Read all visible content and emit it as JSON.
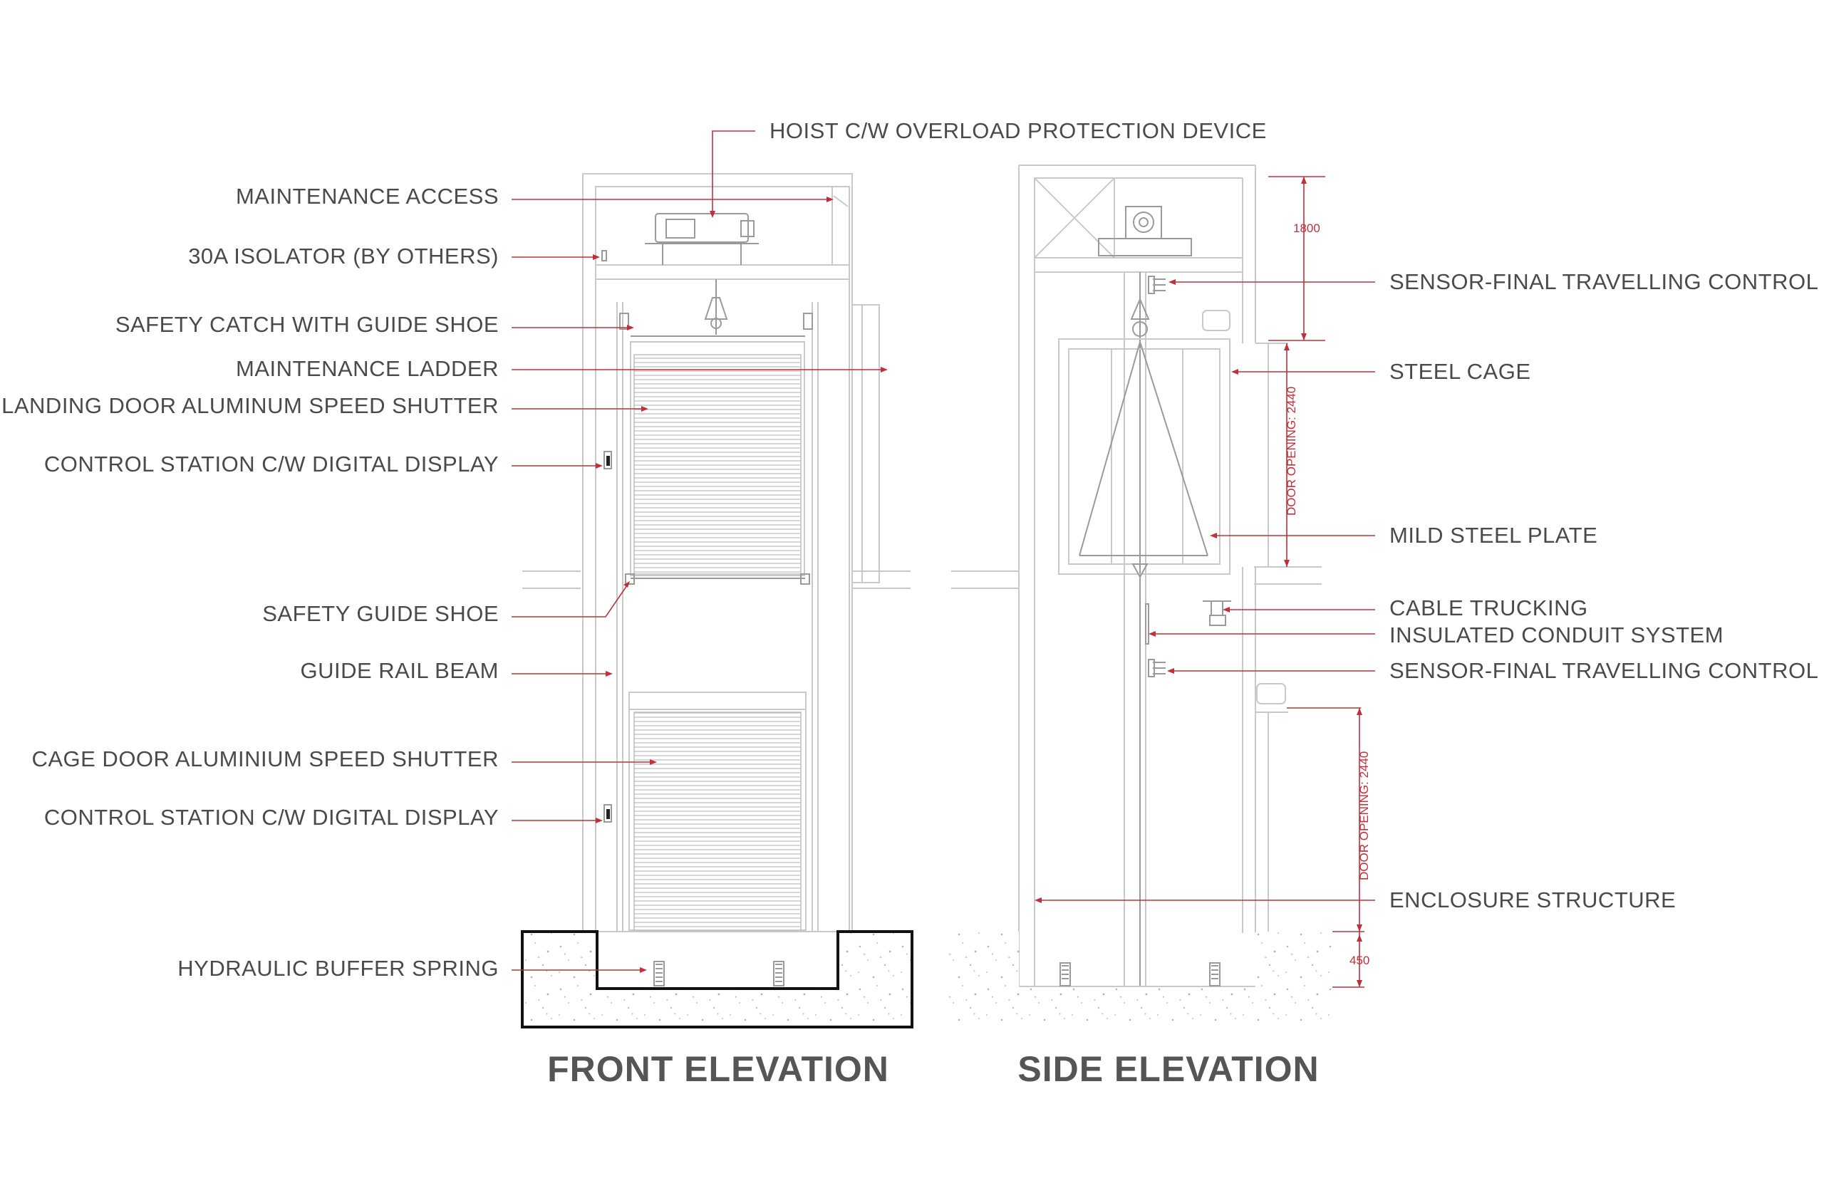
{
  "titles": {
    "front": "FRONT ELEVATION",
    "side": "SIDE ELEVATION"
  },
  "labels_left": {
    "hoist": "HOIST C/W OVERLOAD PROTECTION DEVICE",
    "maintenance_access": "MAINTENANCE ACCESS",
    "isolator": "30A ISOLATOR (BY OTHERS)",
    "safety_catch": "SAFETY CATCH WITH GUIDE SHOE",
    "maintenance_ladder": "MAINTENANCE LADDER",
    "landing_door": "LANDING DOOR ALUMINUM SPEED SHUTTER",
    "control_station_1": "CONTROL STATION C/W DIGITAL DISPLAY",
    "safety_guide_shoe": "SAFETY GUIDE SHOE",
    "guide_rail_beam": "GUIDE RAIL BEAM",
    "cage_door": "CAGE DOOR ALUMINIUM SPEED SHUTTER",
    "control_station_2": "CONTROL STATION C/W DIGITAL DISPLAY",
    "buffer_spring": "HYDRAULIC BUFFER SPRING"
  },
  "labels_right": {
    "sensor_top": "SENSOR-FINAL TRAVELLING CONTROL",
    "steel_cage": "STEEL CAGE",
    "mild_steel_plate": "MILD STEEL PLATE",
    "cable_trucking": "CABLE TRUCKING",
    "conduit": "INSULATED CONDUIT SYSTEM",
    "sensor_bottom": "SENSOR-FINAL TRAVELLING CONTROL",
    "enclosure": "ENCLOSURE STRUCTURE"
  },
  "dimensions": {
    "top_clearance": "1800",
    "door_opening_upper": "DOOR OPENING: 2440",
    "door_opening_lower": "DOOR OPENING: 2440",
    "pit_depth": "450"
  },
  "colors": {
    "accent": "#c0303a",
    "line": "#c9c9c9",
    "text": "#4a4a4a"
  }
}
